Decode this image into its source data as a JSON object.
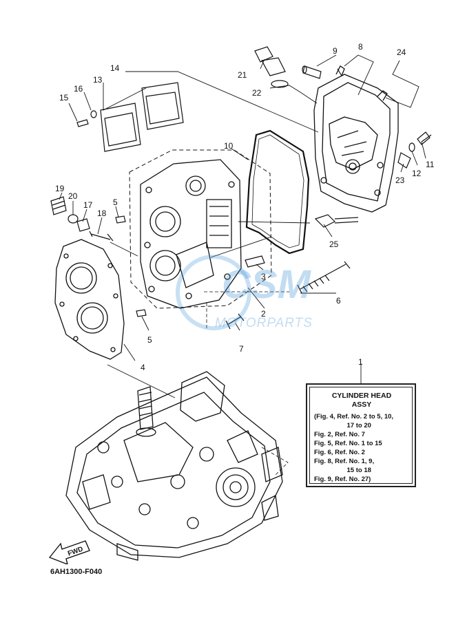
{
  "diagram": {
    "figure_code": "6AH1300-F040",
    "fwd_label": "FWD",
    "callouts": [
      "1",
      "2",
      "3",
      "4",
      "5",
      "5",
      "6",
      "7",
      "8",
      "9",
      "10",
      "11",
      "12",
      "13",
      "14",
      "15",
      "16",
      "17",
      "18",
      "19",
      "20",
      "21",
      "22",
      "23",
      "24",
      "25"
    ]
  },
  "legend": {
    "title_line1": "CYLINDER HEAD",
    "title_line2": "ASSY",
    "lines": [
      "(Fig. 4, Ref. No. 2 to 5, 10,",
      "                  17 to 20",
      "Fig. 2, Ref. No. 7",
      "Fig. 5, Ref. No. 1 to 15",
      "Fig. 6, Ref. No. 2",
      "Fig. 8, Ref. No. 1, 9,",
      "                  15 to 18",
      "Fig. 9, Ref. No. 27)"
    ]
  },
  "watermark": {
    "brand": "CSM",
    "sub": "MOTORPARTS",
    "color": "#3a8fd6"
  }
}
